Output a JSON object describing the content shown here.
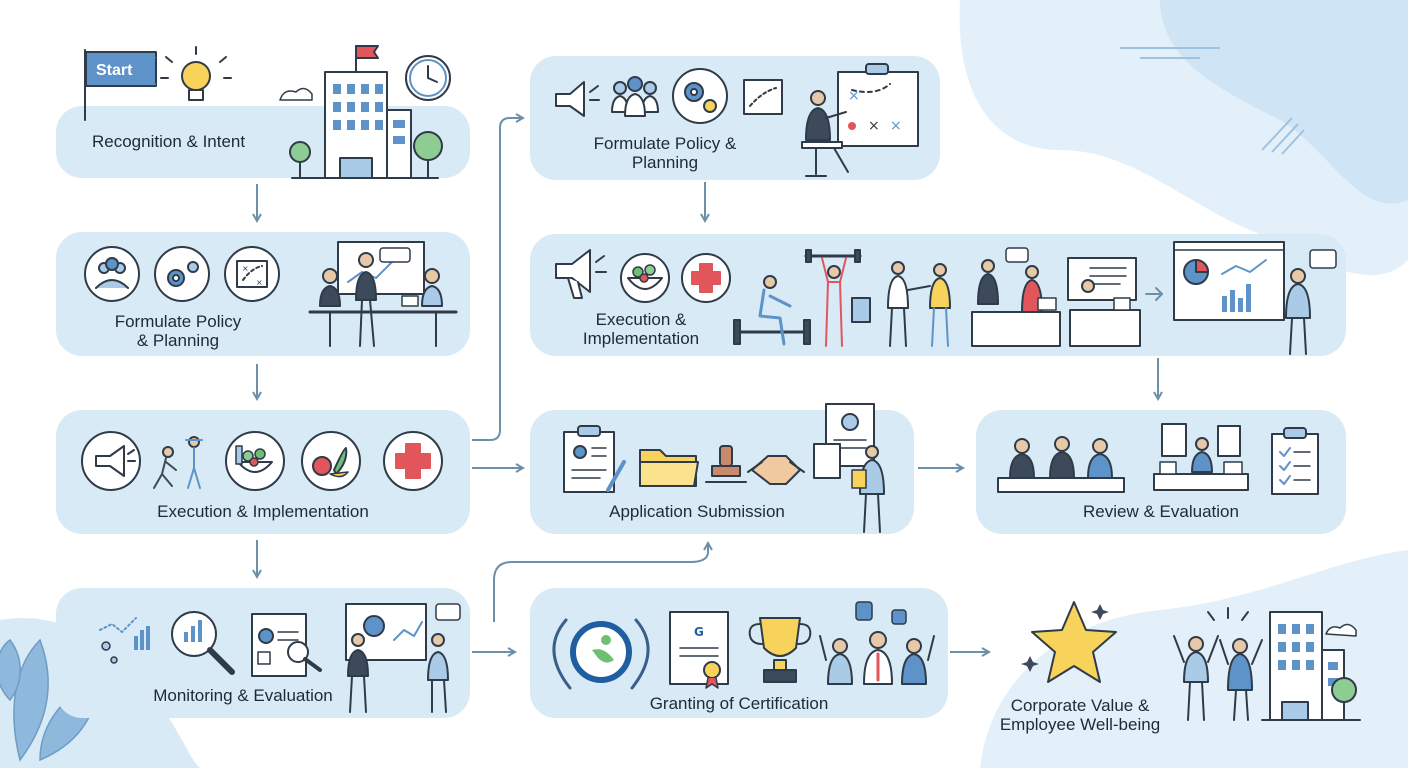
{
  "start_label": "Start",
  "stages": {
    "recognition": "Recognition & Intent",
    "policy_left": "Formulate Policy\n& Planning",
    "execution_left": "Execution & Implementation",
    "monitoring": "Monitoring & Evaluation",
    "policy_right": "Formulate Policy &\nPlanning",
    "execution_right": "Execution &\nImplementation",
    "application": "Application Submission",
    "review": "Review & Evaluation",
    "certification": "Granting of Certification",
    "value": "Corporate Value &\nEmployee Well-being"
  },
  "colors": {
    "node_fill": "#d8eaf6",
    "arrow": "#6e8fa8",
    "accent_blue": "#5e93c9",
    "icon_stroke": "#2f3b48",
    "red": "#e0565b",
    "yellow": "#f7d35c",
    "green": "#6fbf73"
  },
  "icons": [
    "flag-icon",
    "lightbulb-icon",
    "building-icon",
    "clock-icon",
    "team-icon",
    "gear-icon",
    "strategy-board-icon",
    "meeting-icon",
    "megaphone-icon",
    "exercise-icon",
    "salad-icon",
    "apple-icon",
    "medical-cross-icon",
    "analytics-icon",
    "magnifier-chart-icon",
    "report-icon",
    "presentation-icon",
    "clipboard-icon",
    "folder-icon",
    "stamp-icon",
    "handshake-icon",
    "document-icon",
    "judges-panel-icon",
    "checklist-icon",
    "laurel-badge-icon",
    "certificate-icon",
    "trophy-icon",
    "celebration-icon",
    "star-icon",
    "leaf-icon"
  ]
}
